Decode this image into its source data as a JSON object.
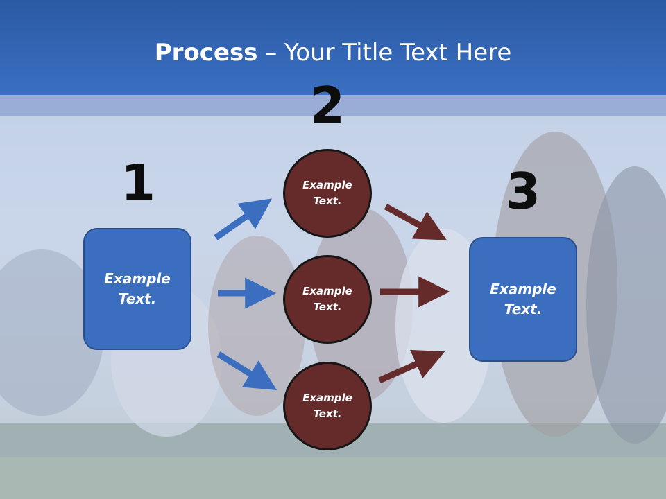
{
  "title": {
    "bold": "Process",
    "rest": " – Your Title Text Here"
  },
  "steps": {
    "one": "1",
    "two": "2",
    "three": "3"
  },
  "left_box": {
    "text": "Example Text."
  },
  "right_box": {
    "text": "Example Text."
  },
  "circles": [
    {
      "text": "Example Text."
    },
    {
      "text": "Example Text."
    },
    {
      "text": "Example Text."
    }
  ],
  "colors": {
    "header": "#3a6fc2",
    "box": "#3c6ec0",
    "circle": "#652b2b",
    "arrow_blue": "#3c6ec0",
    "arrow_brown": "#652b2b"
  }
}
